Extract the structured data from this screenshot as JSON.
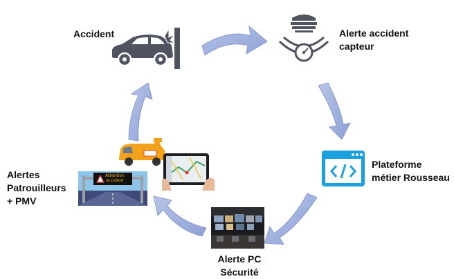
{
  "nodes": {
    "accident": {
      "label": "Accident"
    },
    "sensor": {
      "line1": "Alerte accident",
      "line2": "capteur"
    },
    "platform": {
      "line1": "Plateforme",
      "line2": "métier Rousseau"
    },
    "pc": {
      "line1": "Alerte PC",
      "line2": "Sécurité"
    },
    "patrol": {
      "line1": "Alertes",
      "line2": "Patrouilleurs",
      "line3": "+ PMV"
    }
  },
  "pmv_sign": {
    "line1": "Attention",
    "line2": "accident"
  },
  "colors": {
    "arrow": "#9fb0dc",
    "arrow_edge": "#6f86c4",
    "icon_dark": "#555a66",
    "platform_blue": "#1aa0dc",
    "van_orange": "#f2a31b"
  },
  "icons": [
    "car-crash-icon",
    "sensor-icon",
    "code-window-icon",
    "control-room-photo",
    "patrol-van-icon",
    "tablet-map-icon",
    "pmv-gantry-icon"
  ]
}
